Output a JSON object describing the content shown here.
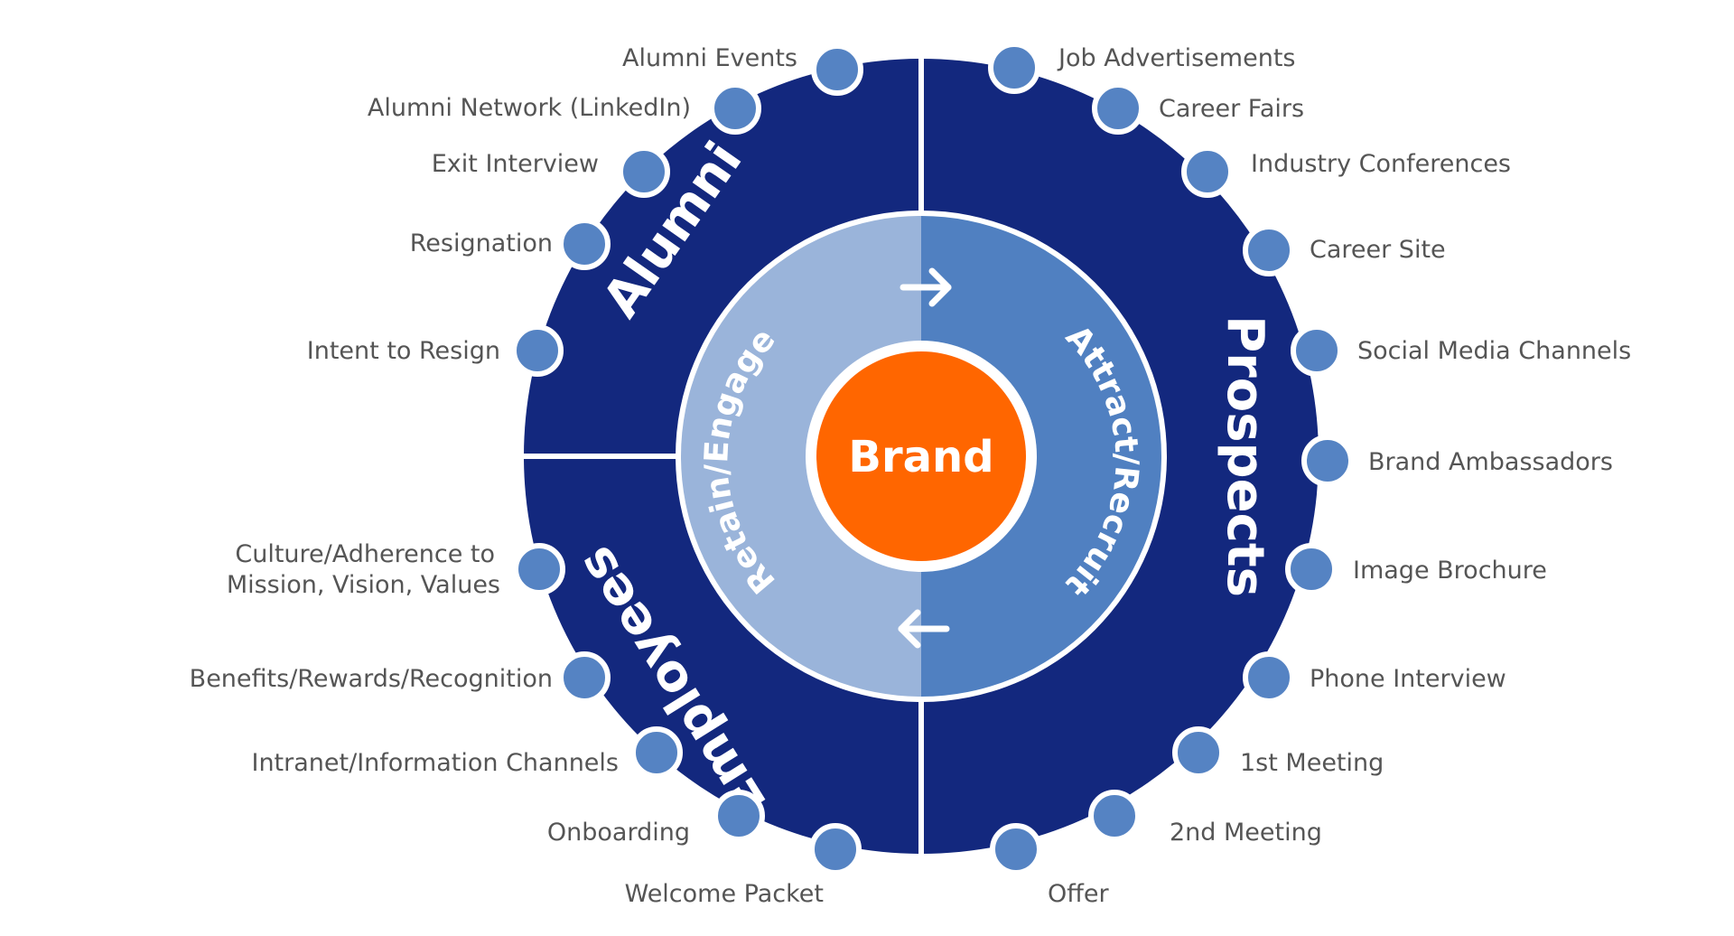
{
  "center": {
    "label": "Brand"
  },
  "ring": {
    "left_label": "Retain/Engage",
    "right_label": "Attract/Recruit"
  },
  "quadrants": {
    "alumni": "Alumni",
    "prospects": "Prospects",
    "employees": "Employees"
  },
  "colors": {
    "dark_blue": "#13287E",
    "mid_blue": "#5080C1",
    "light_blue": "#9AB4DA",
    "dot_blue": "#5583C3",
    "orange": "#FF6600",
    "label_gray": "#555555"
  },
  "touchpoints": {
    "alumni": [
      "Alumni Events",
      "Alumni Network (LinkedIn)",
      "Exit Interview",
      "Resignation",
      "Intent to Resign"
    ],
    "employees": [
      "Culture/Adherence to",
      "Mission, Vision, Values",
      "Benefits/Rewards/Recognition",
      "Intranet/Information Channels",
      "Onboarding",
      "Welcome Packet"
    ],
    "prospects": [
      "Job Advertisements",
      "Career Fairs",
      "Industry Conferences",
      "Career Site",
      "Social Media Channels",
      "Brand Ambassadors",
      "Image Brochure",
      "Phone Interview",
      "1st Meeting",
      "2nd Meeting",
      "Offer"
    ]
  }
}
